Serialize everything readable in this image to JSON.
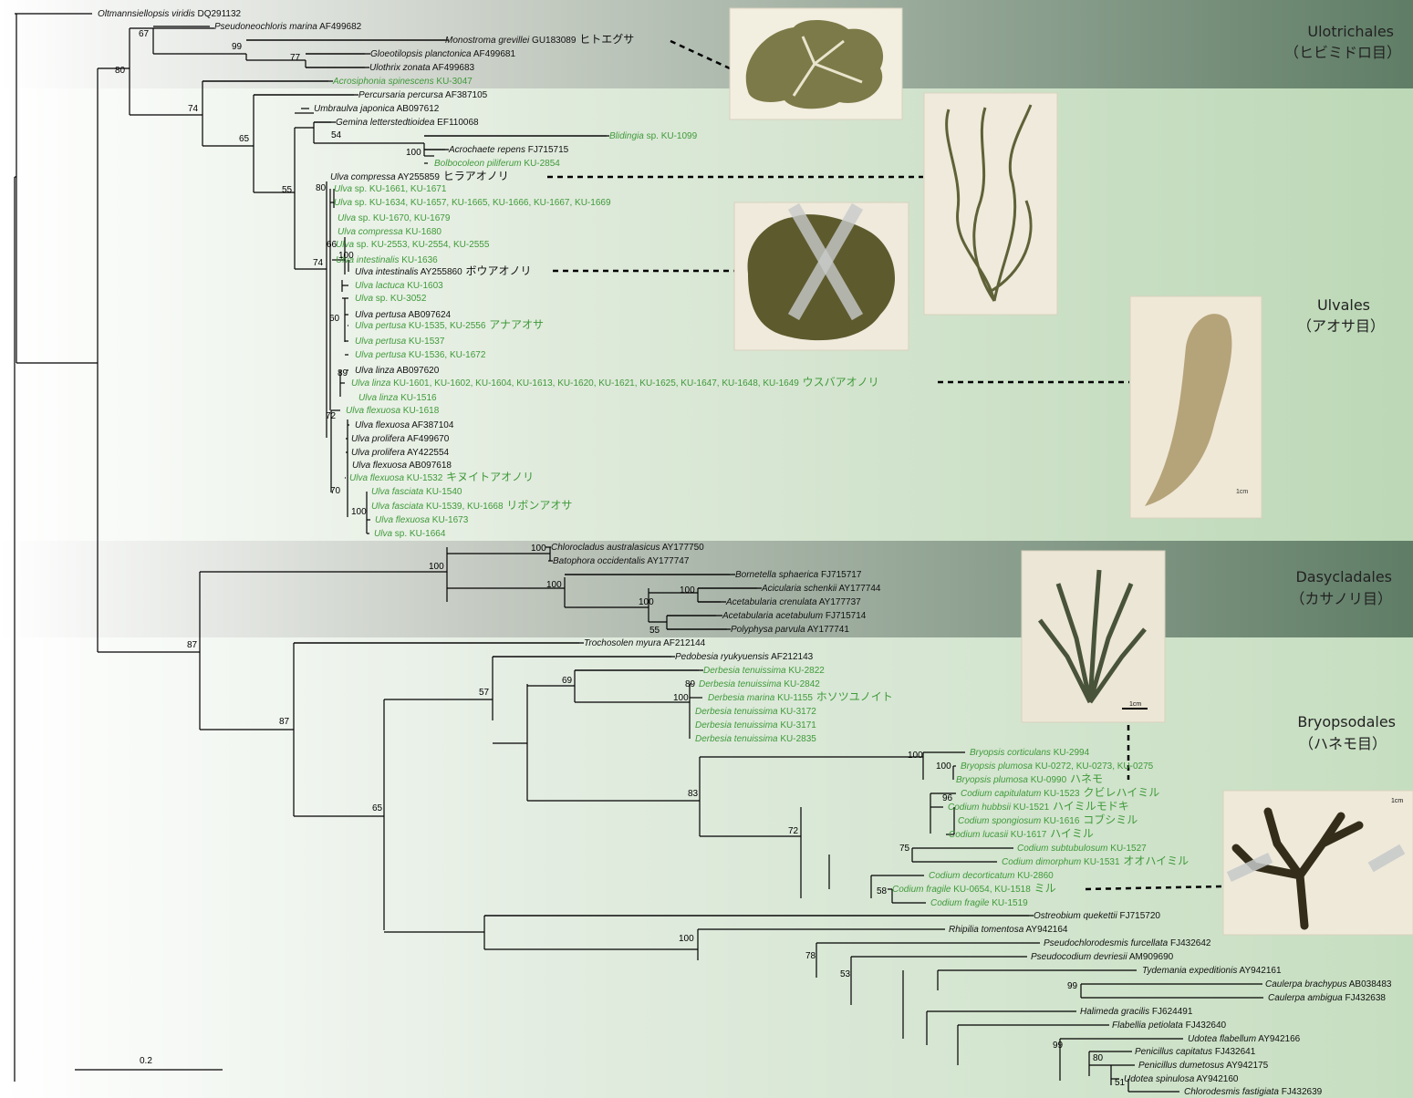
{
  "colors": {
    "green_label": "#3f9a3a",
    "black_label": "#111111",
    "branch": "#000000",
    "band_dark": "#9aa89a",
    "band_light": "#d7e8d2",
    "band_mid": "#c5dcc0"
  },
  "orders": [
    {
      "id": "ulo",
      "name": "Ulotrichales",
      "jp": "（ヒビミドロ目）"
    },
    {
      "id": "ulv",
      "name": "Ulvales",
      "jp": "（アオサ目）"
    },
    {
      "id": "das",
      "name": "Dasycladales",
      "jp": "（カサノリ目）"
    },
    {
      "id": "bry",
      "name": "Bryopsodales",
      "jp": "（ハネモ目）"
    }
  ],
  "scale_bar": {
    "label": "0.2"
  },
  "taxa": [
    {
      "i": "Oltmannsiellopsis viridis",
      "r": "DQ291132",
      "g": 0
    },
    {
      "i": "Pseudoneochloris marina",
      "r": "AF499682",
      "g": 0
    },
    {
      "i": "Monostroma grevillei",
      "r": "GU183089",
      "g": 0,
      "jp": "ヒトエグサ"
    },
    {
      "i": "Gloeotilopsis planctonica",
      "r": "AF499681",
      "g": 0
    },
    {
      "i": "Ulothrix zonata",
      "r": "AF499683",
      "g": 0
    },
    {
      "i": "Acrosiphonia spinescens",
      "r": "KU-3047",
      "g": 1
    },
    {
      "i": "Percursaria percursa",
      "r": "AF387105",
      "g": 0
    },
    {
      "i": "Umbraulva japonica",
      "r": "AB097612",
      "g": 0
    },
    {
      "i": "Gemina letterstedtioidea",
      "r": "EF110068",
      "g": 0
    },
    {
      "i": "Blidingia",
      "r": "sp. KU-1099",
      "g": 1
    },
    {
      "i": "Acrochaete repens",
      "r": "FJ715715",
      "g": 0
    },
    {
      "i": "Bolbocoleon piliferum",
      "r": "KU-2854",
      "g": 1
    },
    {
      "i": "Ulva compressa",
      "r": "AY255859",
      "g": 0,
      "jp": "ヒラアオノリ"
    },
    {
      "i": "Ulva",
      "r": "sp. KU-1661, KU-1671",
      "g": 1
    },
    {
      "i": "Ulva",
      "r": "sp. KU-1634, KU-1657, KU-1665, KU-1666, KU-1667, KU-1669",
      "g": 1
    },
    {
      "i": "Ulva",
      "r": "sp. KU-1670, KU-1679",
      "g": 1
    },
    {
      "i": "Ulva compressa",
      "r": "KU-1680",
      "g": 1
    },
    {
      "i": "Ulva",
      "r": "sp. KU-2553, KU-2554, KU-2555",
      "g": 1
    },
    {
      "i": "Ulva intestinalis",
      "r": "KU-1636",
      "g": 1
    },
    {
      "i": "Ulva intestinalis",
      "r": "AY255860",
      "g": 0,
      "jp": "ボウアオノリ"
    },
    {
      "i": "Ulva lactuca",
      "r": "KU-1603",
      "g": 1
    },
    {
      "i": "Ulva",
      "r": "sp. KU-3052",
      "g": 1
    },
    {
      "i": "Ulva pertusa",
      "r": "AB097624",
      "g": 0
    },
    {
      "i": "Ulva pertusa",
      "r": "KU-1535, KU-2556",
      "g": 1,
      "jp": "アナアオサ"
    },
    {
      "i": "Ulva pertusa",
      "r": "KU-1537",
      "g": 1
    },
    {
      "i": "Ulva pertusa",
      "r": "KU-1536, KU-1672",
      "g": 1
    },
    {
      "i": "Ulva linza",
      "r": "AB097620",
      "g": 0
    },
    {
      "i": "Ulva linza",
      "r": "KU-1601, KU-1602, KU-1604, KU-1613, KU-1620, KU-1621, KU-1625, KU-1647, KU-1648, KU-1649",
      "g": 1,
      "jp": "ウスバアオノリ"
    },
    {
      "i": "Ulva linza",
      "r": "KU-1516",
      "g": 1
    },
    {
      "i": "Ulva flexuosa",
      "r": "KU-1618",
      "g": 1
    },
    {
      "i": "Ulva flexuosa",
      "r": "AF387104",
      "g": 0
    },
    {
      "i": "Ulva prolifera",
      "r": "AF499670",
      "g": 0
    },
    {
      "i": "Ulva prolifera",
      "r": "AY422554",
      "g": 0
    },
    {
      "i": "Ulva flexuosa",
      "r": "AB097618",
      "g": 0
    },
    {
      "i": "Ulva flexuosa",
      "r": "KU-1532",
      "g": 1,
      "jp": "キヌイトアオノリ"
    },
    {
      "i": "Ulva fasciata",
      "r": "KU-1540",
      "g": 1
    },
    {
      "i": "Ulva fasciata",
      "r": "KU-1539, KU-1668",
      "g": 1,
      "jp": "リボンアオサ"
    },
    {
      "i": "Ulva flexuosa",
      "r": "KU-1673",
      "g": 1
    },
    {
      "i": "Ulva",
      "r": "sp. KU-1664",
      "g": 1
    },
    {
      "i": "Chlorocladus australasicus",
      "r": "AY177750",
      "g": 0
    },
    {
      "i": "Batophora occidentalis",
      "r": "AY177747",
      "g": 0
    },
    {
      "i": "Bornetella sphaerica",
      "r": "FJ715717",
      "g": 0
    },
    {
      "i": "Acicularia schenkii",
      "r": "AY177744",
      "g": 0
    },
    {
      "i": "Acetabularia crenulata",
      "r": "AY177737",
      "g": 0
    },
    {
      "i": "Acetabularia acetabulum",
      "r": "FJ715714",
      "g": 0
    },
    {
      "i": "Polyphysa parvula",
      "r": "AY177741",
      "g": 0
    },
    {
      "i": "Trochosolen myura",
      "r": "AF212144",
      "g": 0
    },
    {
      "i": "Pedobesia ryukyuensis",
      "r": "AF212143",
      "g": 0
    },
    {
      "i": "Derbesia tenuissima",
      "r": "KU-2822",
      "g": 1
    },
    {
      "i": "Derbesia tenuissima",
      "r": "KU-2842",
      "g": 1
    },
    {
      "i": "Derbesia marina",
      "r": "KU-1155",
      "g": 1,
      "jp": "ホソツユノイト"
    },
    {
      "i": "Derbesia tenuissima",
      "r": "KU-3172",
      "g": 1
    },
    {
      "i": "Derbesia tenuissima",
      "r": "KU-3171",
      "g": 1
    },
    {
      "i": "Derbesia tenuissima",
      "r": "KU-2835",
      "g": 1
    },
    {
      "i": "Bryopsis corticulans",
      "r": "KU-2994",
      "g": 1
    },
    {
      "i": "Bryopsis plumosa",
      "r": "KU-0272, KU-0273, KU-0275",
      "g": 1
    },
    {
      "i": "Bryopsis plumosa",
      "r": "KU-0990",
      "g": 1,
      "jp": "ハネモ"
    },
    {
      "i": "Codium capitulatum",
      "r": "KU-1523",
      "g": 1,
      "jp": "クビレハイミル"
    },
    {
      "i": "Codium hubbsii",
      "r": "KU-1521",
      "g": 1,
      "jp": "ハイミルモドキ"
    },
    {
      "i": "Codium spongiosum",
      "r": "KU-1616",
      "g": 1,
      "jp": "コブシミル"
    },
    {
      "i": "Codium lucasii",
      "r": "KU-1617",
      "g": 1,
      "jp": "ハイミル"
    },
    {
      "i": "Codium subtubulosum",
      "r": "KU-1527",
      "g": 1
    },
    {
      "i": "Codium dimorphum",
      "r": "KU-1531",
      "g": 1,
      "jp": "オオハイミル"
    },
    {
      "i": "Codium decorticatum",
      "r": "KU-2860",
      "g": 1
    },
    {
      "i": "Codium fragile",
      "r": "KU-0654, KU-1518",
      "g": 1,
      "jp": "ミル"
    },
    {
      "i": "Codium fragile",
      "r": "KU-1519",
      "g": 1
    },
    {
      "i": "Ostreobium quekettii",
      "r": "FJ715720",
      "g": 0
    },
    {
      "i": "Rhipilia tomentosa",
      "r": "AY942164",
      "g": 0
    },
    {
      "i": "Pseudochlorodesmis furcellata",
      "r": "FJ432642",
      "g": 0
    },
    {
      "i": "Pseudocodium devriesii",
      "r": "AM909690",
      "g": 0
    },
    {
      "i": "Tydemania expeditionis",
      "r": "AY942161",
      "g": 0
    },
    {
      "i": "Caulerpa brachypus",
      "r": "AB038483",
      "g": 0
    },
    {
      "i": "Caulerpa ambigua",
      "r": "FJ432638",
      "g": 0
    },
    {
      "i": "Halimeda gracilis",
      "r": "FJ624491",
      "g": 0
    },
    {
      "i": "Flabellia petiolata",
      "r": "FJ432640",
      "g": 0
    },
    {
      "i": "Udotea flabellum",
      "r": "AY942166",
      "g": 0
    },
    {
      "i": "Penicillus capitatus",
      "r": "FJ432641",
      "g": 0
    },
    {
      "i": "Penicillus dumetosus",
      "r": "AY942175",
      "g": 0
    },
    {
      "i": "Udotea spinulosa",
      "r": "AY942160",
      "g": 0
    },
    {
      "i": "Chlorodesmis fastigiata",
      "r": "FJ432639",
      "g": 0
    }
  ],
  "bootstrap": [
    "67",
    "99",
    "77",
    "80",
    "74",
    "65",
    "54",
    "100",
    "55",
    "80",
    "66",
    "74",
    "100",
    "60",
    "89",
    "72",
    "70",
    "100",
    "100",
    "100",
    "100",
    "100",
    "100",
    "55",
    "87",
    "87",
    "57",
    "69",
    "89",
    "100",
    "65",
    "83",
    "100",
    "100",
    "96",
    "72",
    "75",
    "58",
    "100",
    "78",
    "53",
    "99",
    "99",
    "80",
    "51"
  ],
  "specimens": [
    {
      "id": "monostroma",
      "scale": ""
    },
    {
      "id": "ulva-compressa",
      "scale": ""
    },
    {
      "id": "ulva-intestinalis",
      "scale": ""
    },
    {
      "id": "ulva-linza",
      "scale": "1cm"
    },
    {
      "id": "bryopsis",
      "scale": "1cm"
    },
    {
      "id": "codium",
      "scale": "1cm"
    }
  ]
}
